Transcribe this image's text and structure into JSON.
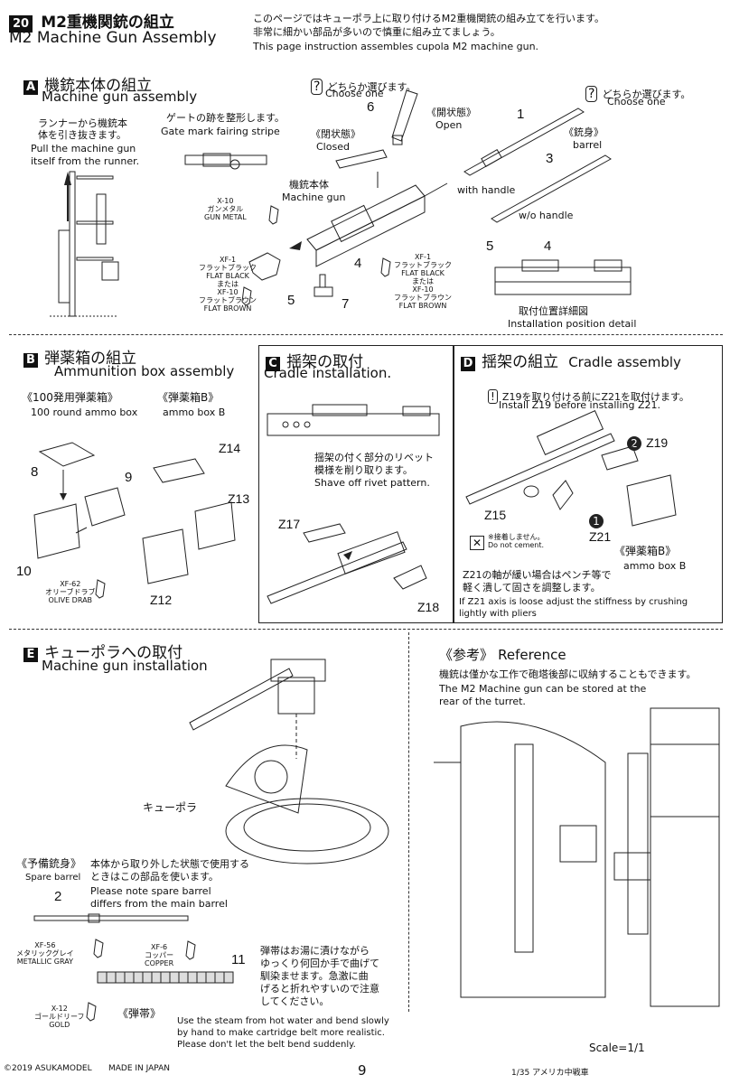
{
  "header": {
    "step_number": "20",
    "title_jp": "M2重機関銃の組立",
    "title_en": "M2 Machine Gun Assembly",
    "note_jp_1": "このページではキューポラ上に取り付けるM2重機関銃の組み立てを行います。",
    "note_jp_2": "非常に細かい部品が多いので慎重に組み立てましょう。",
    "note_en": "This page instruction assembles cupola M2 machine gun."
  },
  "sectionA": {
    "letter": "A",
    "title_jp": "機銃本体の組立",
    "title_en": "Machine gun assembly",
    "runner_jp_1": "ランナーから機銃本",
    "runner_jp_2": "体を引き抜きます。",
    "runner_en_1": "Pull the machine gun",
    "runner_en_2": "itself from the runner.",
    "gate_jp": "ゲートの跡を整形します。",
    "gate_en": "Gate mark fairing stripe",
    "choose1_jp": "どちらか選びます。",
    "choose1_en": "Choose one",
    "choose2_jp": "どちらか選びます。",
    "choose2_en": "Choose one",
    "part6": "6",
    "open_jp": "《開状態》",
    "open_en": "Open",
    "closed_jp": "《閉状態》",
    "closed_en": "Closed",
    "part1": "1",
    "part3": "3",
    "barrel_jp": "《銃身》",
    "barrel_en": "barrel",
    "with_handle": "with handle",
    "wo_handle": "w/o handle",
    "mg_body_jp": "機銃本体",
    "mg_body_en": "Machine gun",
    "paint_x10_code": "X-10",
    "paint_x10_jp": "ガンメタル",
    "paint_x10_en": "GUN METAL",
    "paint_xf1_code": "XF-1",
    "paint_xf1_jp": "フラットブラック",
    "paint_xf1_en": "FLAT BLACK",
    "or_jp": "または",
    "paint_xf10_code": "XF-10",
    "paint_xf10_jp": "フラットブラウン",
    "paint_xf10_en": "FLAT BROWN",
    "part4": "4",
    "part5": "5",
    "part7": "7",
    "detail_part5": "5",
    "detail_part4": "4",
    "detail_jp": "取付位置詳細図",
    "detail_en": "Installation position detail"
  },
  "sectionB": {
    "letter": "B",
    "title_jp": "弾薬箱の組立",
    "title_en": "Ammunition box assembly",
    "box100_jp": "《100発用弾薬箱》",
    "box100_en": "100 round ammo box",
    "boxB_jp": "《弾薬箱B》",
    "boxB_en": "ammo box B",
    "part8": "8",
    "part9": "9",
    "part10": "10",
    "z14": "Z14",
    "z13": "Z13",
    "z12": "Z12",
    "paint_code": "XF-62",
    "paint_jp": "オリーブドラブ",
    "paint_en": "OLIVE DRAB"
  },
  "sectionC": {
    "letter": "C",
    "title_jp": "揺架の取付",
    "title_en": "Cradle installation.",
    "rivet_jp_1": "揺架の付く部分のリベット",
    "rivet_jp_2": "模様を削り取ります。",
    "rivet_en": "Shave off rivet pattern.",
    "z17": "Z17",
    "z18": "Z18"
  },
  "sectionD": {
    "letter": "D",
    "title_jp": "揺架の組立",
    "title_en": "Cradle assembly",
    "note_jp": "Z19を取り付ける前にZ21を取付けます。",
    "note_en": "Install Z19 before installing Z21.",
    "step2": "2",
    "z19": "Z19",
    "z15": "Z15",
    "step1": "1",
    "z21": "Z21",
    "nocement_jp": "※接着しません。",
    "nocement_en": "Do not cement.",
    "boxB_jp": "《弾薬箱B》",
    "boxB_en": "ammo box B",
    "loose_jp_1": "Z21の軸が緩い場合はペンチ等で",
    "loose_jp_2": "軽く潰して固さを調整します。",
    "loose_en_1": "If Z21 axis is loose adjust the stiffness by crushing",
    "loose_en_2": "lightly with pliers"
  },
  "sectionE": {
    "letter": "E",
    "title_jp": "キューポラへの取付",
    "title_en": "Machine gun installation",
    "cupola_jp": "キューポラ",
    "spare_jp": "《予備銃身》",
    "spare_en": "Spare barrel",
    "spare_note_jp_1": "本体から取り外した状態で使用する",
    "spare_note_jp_2": "ときはこの部品を使います。",
    "spare_note_en_1": "Please note spare barrel",
    "spare_note_en_2": "differs from the main barrel",
    "part2": "2",
    "xf56_code": "XF-56",
    "xf56_jp": "メタリックグレイ",
    "xf56_en": "METALLIC GRAY",
    "xf6_code": "XF-6",
    "xf6_jp": "コッパー",
    "xf6_en": "COPPER",
    "part11": "11",
    "x12_code": "X-12",
    "x12_jp": "ゴールドリーフ",
    "x12_en": "GOLD",
    "belt_jp_label": "《弾帯》",
    "belt_jp_1": "弾帯はお湯に漬けながら",
    "belt_jp_2": "ゆっくり何回か手で曲げて",
    "belt_jp_3": "馴染ませます。急激に曲",
    "belt_jp_4": "げると折れやすいので注意",
    "belt_jp_5": "してください。",
    "belt_en_1": "Use the steam from hot water and bend slowly",
    "belt_en_2": "by hand to make cartridge belt more realistic.",
    "belt_en_3": "Please don't let the belt bend suddenly."
  },
  "reference": {
    "title_jp": "《参考》",
    "title_en": "Reference",
    "note_jp": "機銃は僅かな工作で砲塔後部に収納することもできます。",
    "note_en_1": "The M2 Machine gun can be stored at the",
    "note_en_2": "rear of the turret.",
    "scale": "Scale=1/1"
  },
  "footer": {
    "copyright": "©2019 ASUKAMODEL",
    "made_in": "MADE IN JAPAN",
    "page": "9",
    "product": "1/35 アメリカ中戦車"
  }
}
